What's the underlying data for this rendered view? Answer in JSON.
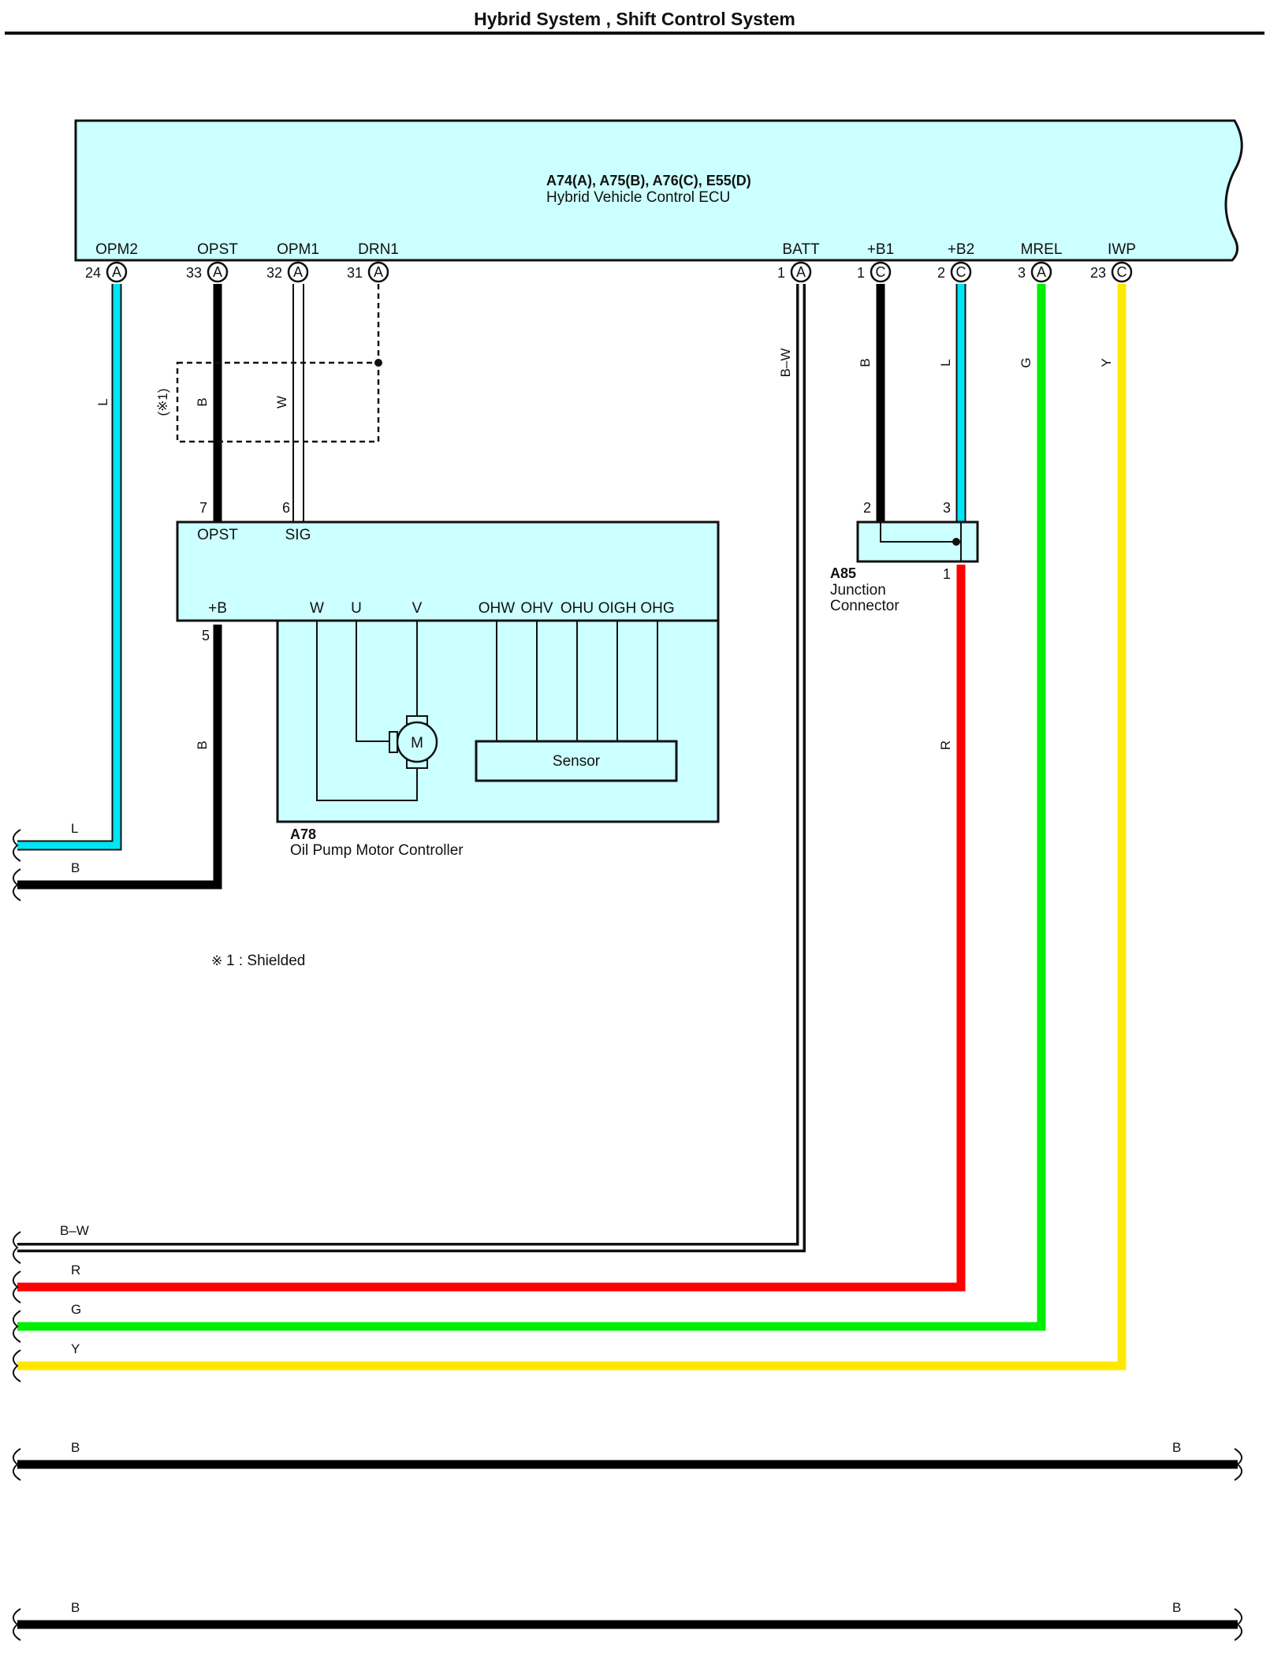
{
  "title": "Hybrid System , Shift Control System",
  "ecu": {
    "connectors": "A74(A), A75(B), A76(C), E55(D)",
    "name": "Hybrid Vehicle Control ECU",
    "terminals": [
      {
        "label": "OPM2",
        "pin": "24",
        "conn": "A"
      },
      {
        "label": "OPST",
        "pin": "33",
        "conn": "A"
      },
      {
        "label": "OPM1",
        "pin": "32",
        "conn": "A"
      },
      {
        "label": "DRN1",
        "pin": "31",
        "conn": "A"
      },
      {
        "label": "BATT",
        "pin": "1",
        "conn": "A"
      },
      {
        "label": "+B1",
        "pin": "1",
        "conn": "C"
      },
      {
        "label": "+B2",
        "pin": "2",
        "conn": "C"
      },
      {
        "label": "MREL",
        "pin": "3",
        "conn": "A"
      },
      {
        "label": "IWP",
        "pin": "23",
        "conn": "C"
      }
    ]
  },
  "oil_pump": {
    "code": "A78",
    "name": "Oil Pump Motor Controller",
    "terminals": [
      {
        "label": "OPST",
        "pin": "7"
      },
      {
        "label": "SIG",
        "pin": "6"
      },
      {
        "label": "+B",
        "pin": "5"
      }
    ],
    "motor_phases": [
      "W",
      "U",
      "V"
    ],
    "sensor_terminals": [
      "OHW",
      "OHV",
      "OHU",
      "OIGH",
      "OHG"
    ],
    "motor_label": "M",
    "sensor_label": "Sensor"
  },
  "junction": {
    "code": "A85",
    "name_line1": "Junction",
    "name_line2": "Connector",
    "pins": [
      "2",
      "3",
      "1"
    ]
  },
  "shield": {
    "tag": "(※1)",
    "note_symbol": "※",
    "note_text": "1 : Shielded"
  },
  "wire_codes": {
    "opm2": "L",
    "opst": "B",
    "opm1": "W",
    "pb": "B",
    "batt": "B–W",
    "b1": "B",
    "b2": "L",
    "mrel": "G",
    "iwp": "Y",
    "junction_out": "R"
  },
  "left_exits": [
    {
      "label": "L"
    },
    {
      "label": "B"
    },
    {
      "label": "B–W"
    },
    {
      "label": "R"
    },
    {
      "label": "G"
    },
    {
      "label": "Y"
    }
  ],
  "bus_lines": [
    {
      "left": "B",
      "right": "B"
    },
    {
      "left": "B",
      "right": "B"
    }
  ],
  "colors": {
    "L": "#00e5f5",
    "B": "#000000",
    "W": "#ffffff",
    "R": "#ff0000",
    "G": "#00ee00",
    "Y": "#ffe800",
    "box_fill": "#ccffff"
  }
}
